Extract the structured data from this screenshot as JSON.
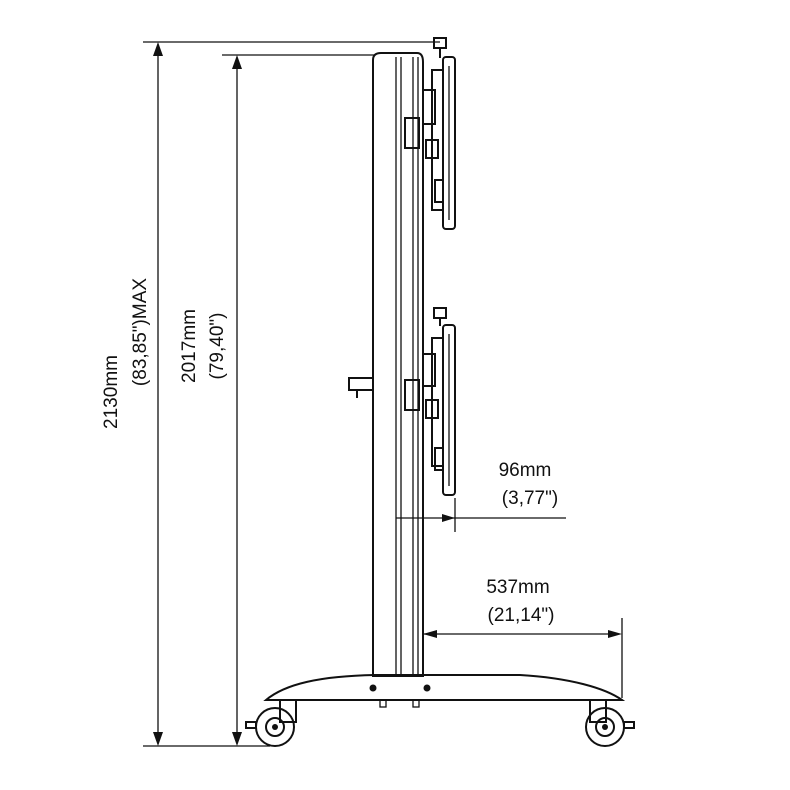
{
  "dimensions": {
    "overall_height": {
      "mm": "2130mm",
      "inch": "(83,85\")MAX"
    },
    "mount_height": {
      "mm": "2017mm",
      "inch": "(79,40\")"
    },
    "column_offset": {
      "mm": "96mm",
      "inch": "(3,77\")"
    },
    "base_depth": {
      "mm": "537mm",
      "inch": "(21,14\")"
    }
  }
}
